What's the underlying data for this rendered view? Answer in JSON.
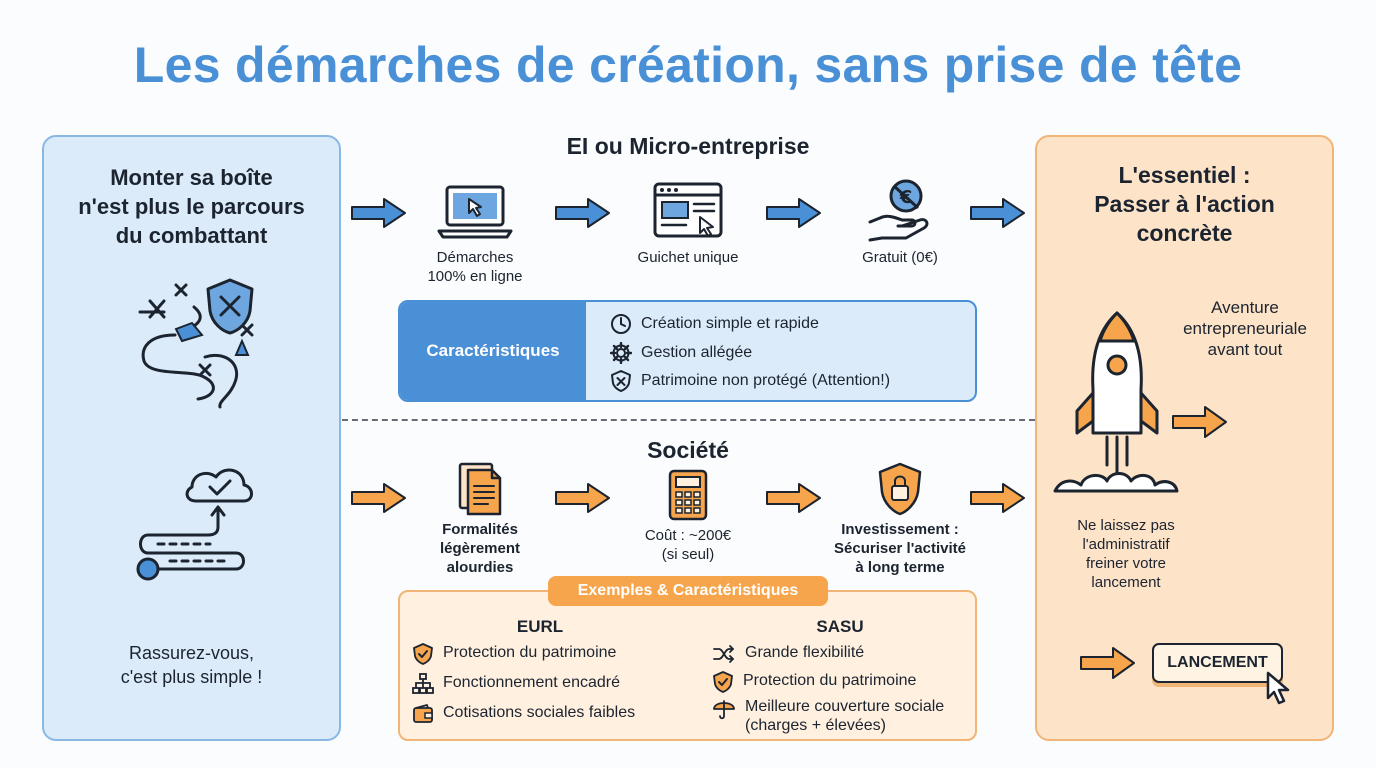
{
  "title": "Les démarches de création, sans prise de tête",
  "left_panel": {
    "title_lines": [
      "Monter sa boîte",
      "n'est plus le parcours",
      "du combattant"
    ],
    "footer_lines": [
      "Rassurez-vous,",
      "c'est plus simple !"
    ]
  },
  "micro": {
    "title": "EI ou Micro-entreprise",
    "steps": [
      {
        "label_lines": [
          "Démarches",
          "100% en ligne"
        ],
        "icon": "laptop-icon"
      },
      {
        "label_lines": [
          "Guichet unique"
        ],
        "icon": "browser-window-icon"
      },
      {
        "label_lines": [
          "Gratuit (0€)"
        ],
        "icon": "hand-euro-icon"
      }
    ],
    "characteristics": {
      "heading": "Caractéristiques",
      "items": [
        {
          "text": "Création simple et rapide",
          "icon": "clock-icon"
        },
        {
          "text": "Gestion allégée",
          "icon": "gear-icon"
        },
        {
          "text": "Patrimoine non protégé (Attention!)",
          "icon": "shield-x-icon"
        }
      ]
    }
  },
  "societe": {
    "title": "Société",
    "steps": [
      {
        "label_lines": [
          "Formalités",
          "légèrement",
          "alourdies"
        ],
        "icon": "documents-icon"
      },
      {
        "label_lines": [
          "Coût : ~200€",
          "(si seul)"
        ],
        "icon": "calculator-icon"
      },
      {
        "label_lines": [
          "Investissement :",
          "Sécuriser l'activité",
          "à long terme"
        ],
        "icon": "shield-lock-icon"
      }
    ],
    "examples": {
      "badge": "Exemples & Caractéristiques",
      "eurl": {
        "title": "EURL",
        "items": [
          {
            "text": "Protection du patrimoine",
            "icon": "shield-check-icon"
          },
          {
            "text": "Fonctionnement encadré",
            "icon": "org-chart-icon"
          },
          {
            "text": "Cotisations sociales faibles",
            "icon": "wallet-icon"
          }
        ]
      },
      "sasu": {
        "title": "SASU",
        "items": [
          {
            "text": "Grande flexibilité",
            "icon": "shuffle-icon"
          },
          {
            "text": "Protection du patrimoine",
            "icon": "shield-check-icon"
          },
          {
            "text_lines": [
              "Meilleure couverture sociale",
              "(charges + élevées)"
            ],
            "icon": "umbrella-icon"
          }
        ]
      }
    }
  },
  "right_panel": {
    "title_lines": [
      "L'essentiel :",
      "Passer à l'action",
      "concrète"
    ],
    "subtitle_lines": [
      "Aventure",
      "entrepreneuriale",
      "avant tout"
    ],
    "note_lines": [
      "Ne laissez pas",
      "l'administratif",
      "freiner votre",
      "lancement"
    ],
    "button": "LANCEMENT"
  },
  "colors": {
    "blue": "#4a90d6",
    "orange": "#f6a54d",
    "blue_bg": "#dcebfa",
    "orange_bg": "#fde3c8"
  }
}
